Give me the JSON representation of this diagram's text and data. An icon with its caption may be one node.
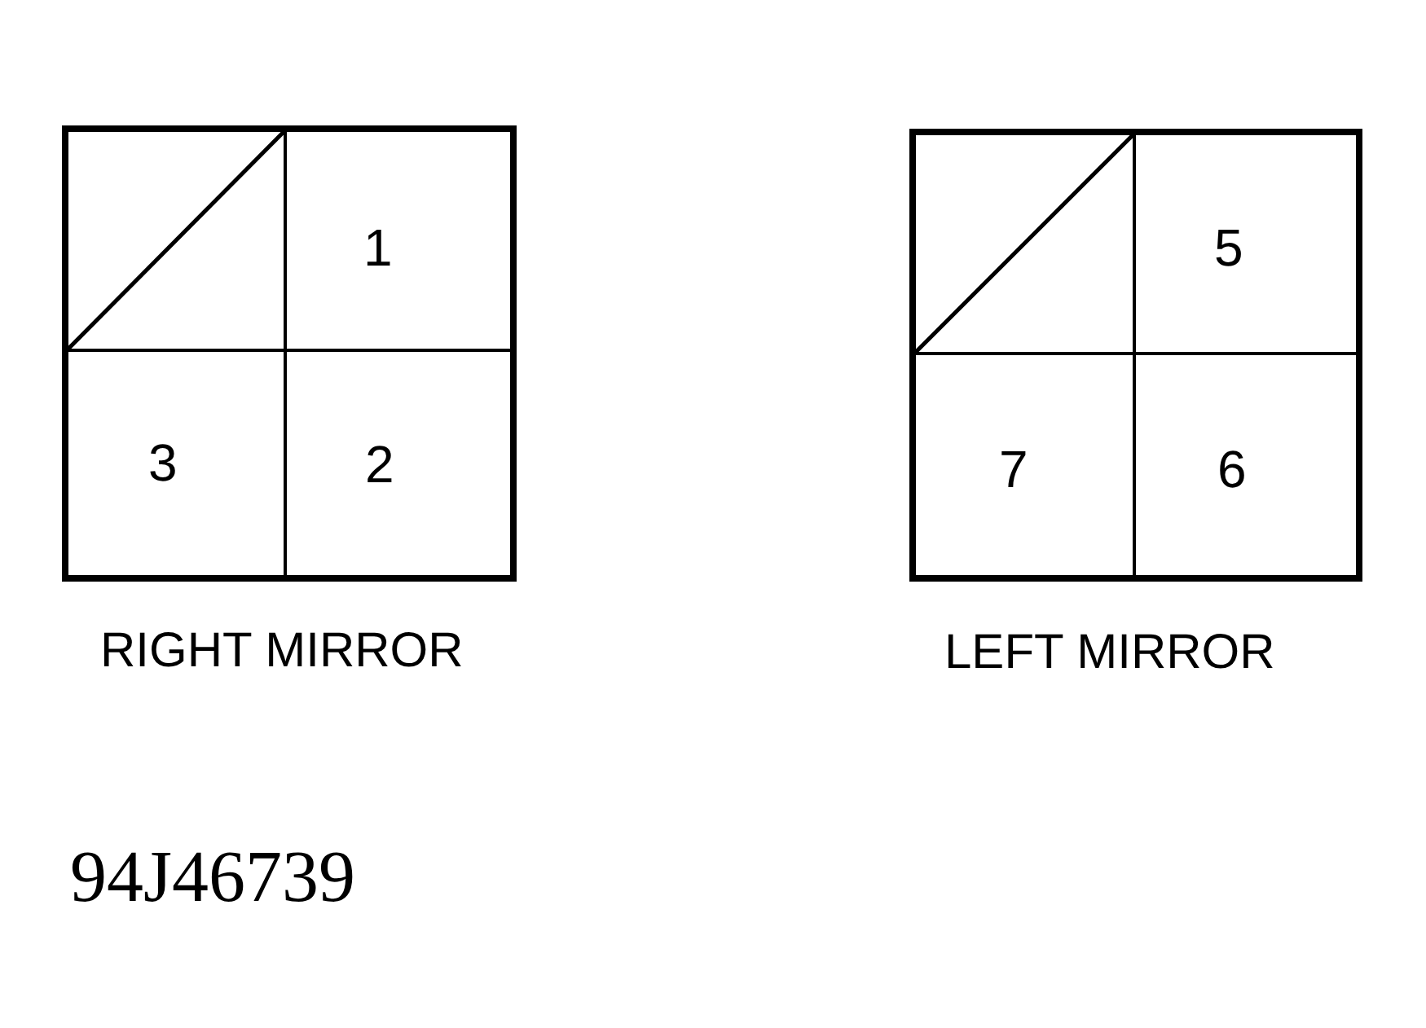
{
  "diagram": {
    "nodes": [
      {
        "text": [],
        "shape": "box",
        "beside": [
          "RIGHT MIRROR"
        ]
      },
      {
        "text": [],
        "shape": "box",
        "in": 0
      },
      {
        "text": [
          "1"
        ],
        "in": 0
      },
      {
        "text": [
          "3"
        ],
        "in": 0
      },
      {
        "text": [
          "2"
        ],
        "in": 0
      },
      {
        "text": [],
        "shape": "box",
        "beside": [
          "LEFT MIRROR"
        ]
      },
      {
        "text": [],
        "shape": "box",
        "in": 5
      },
      {
        "text": [
          "5"
        ],
        "in": 5
      },
      {
        "text": [
          "7"
        ],
        "in": 5
      },
      {
        "text": [
          "6"
        ],
        "in": 5
      }
    ],
    "labels": [
      "94J46739"
    ]
  }
}
